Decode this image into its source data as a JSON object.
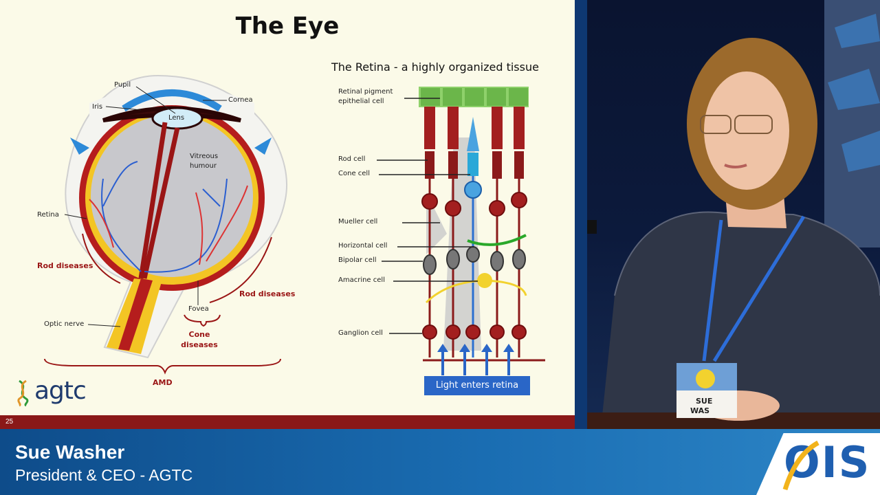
{
  "slide": {
    "title": "The Eye",
    "page_number": "25",
    "eye_labels": {
      "pupil": "Pupil",
      "iris": "Iris",
      "cornea": "Cornea",
      "lens": "Lens",
      "vitreous_1": "Vitreous",
      "vitreous_2": "humour",
      "retina": "Retina",
      "rod_diseases_left": "Rod diseases",
      "rod_diseases_right": "Rod diseases",
      "optic_nerve": "Optic nerve",
      "fovea": "Fovea",
      "cone_diseases_1": "Cone",
      "cone_diseases_2": "diseases",
      "amd": "AMD"
    },
    "retina": {
      "title": "The Retina - a highly organized tissue",
      "rpe_1": "Retinal pigment",
      "rpe_2": "epithelial cell",
      "rod_cell": "Rod cell",
      "cone_cell": "Cone cell",
      "mueller_cell": "Mueller cell",
      "horizontal_cell": "Horizontal cell",
      "bipolar_cell": "Bipolar cell",
      "amacrine_cell": "Amacrine cell",
      "ganglion_cell": "Ganglion cell",
      "light_button": "Light enters retina"
    },
    "logo_text": "agtc"
  },
  "badge": {
    "line1": "SUE",
    "line2": "WAS"
  },
  "lower_third": {
    "name": "Sue Washer",
    "title": "President & CEO - AGTC",
    "logo_text": "OIS"
  },
  "colors": {
    "slide_bg": "#fbfae8",
    "slide_bar": "#8a1818",
    "divider": "#0e3872",
    "lower_third": "#1a6db2",
    "ois_blue": "#1f5fb0",
    "ois_gold": "#f2b31b",
    "retina_green": "#8fd16b",
    "rod_red": "#a31f1f",
    "cone_blue": "#4aa3e0",
    "amacrine_yellow": "#f2d22e"
  }
}
